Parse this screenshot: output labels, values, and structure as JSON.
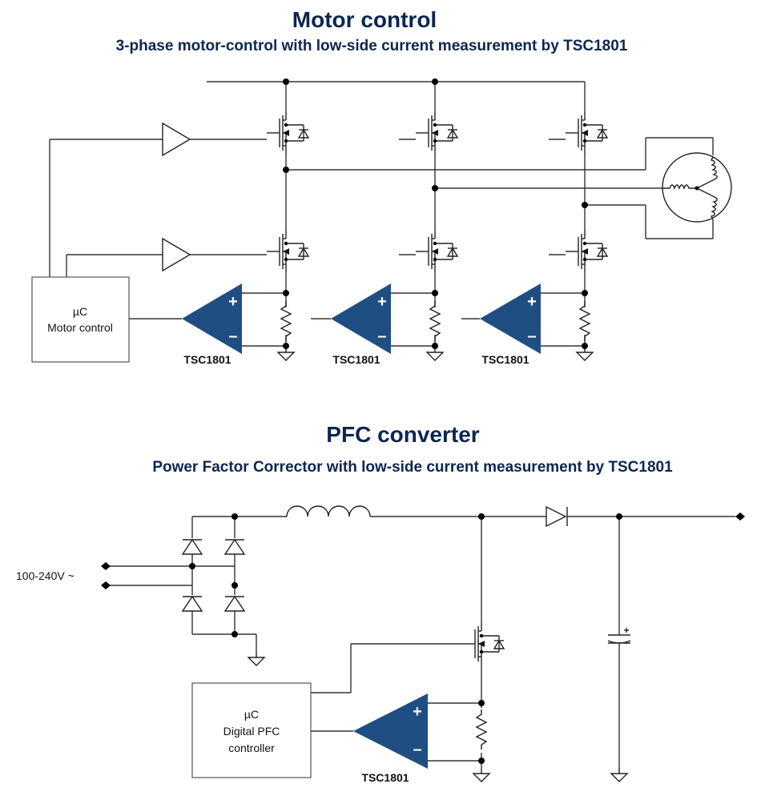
{
  "motor": {
    "title": "Motor control",
    "subtitle": "3-phase motor-control with low-side current measurement by TSC1801",
    "controller_lines": [
      "µC",
      "Motor control"
    ],
    "amp_labels": [
      "TSC1801",
      "TSC1801",
      "TSC1801"
    ]
  },
  "pfc": {
    "title": "PFC converter",
    "subtitle": "Power Factor Corrector with low-side current measurement by TSC1801",
    "input_label": "100-240V ~",
    "controller_lines": [
      "µC",
      "Digital PFC",
      "controller"
    ],
    "amp_label": "TSC1801"
  },
  "symbols": {
    "plus": "+",
    "minus": "–"
  },
  "colors": {
    "heading": "#0b2650",
    "amplifier": "#1f4e82"
  }
}
